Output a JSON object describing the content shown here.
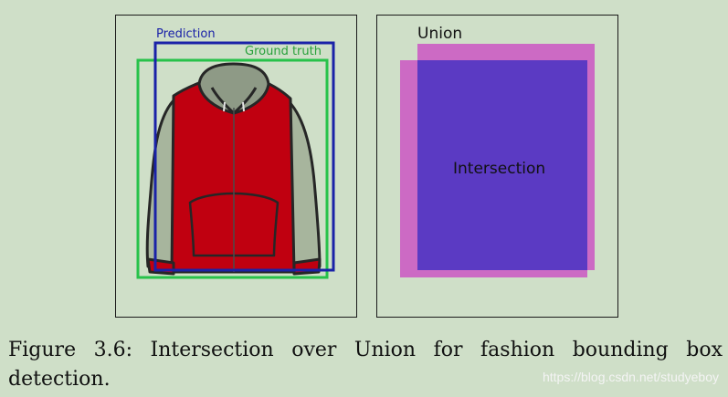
{
  "left_panel": {
    "prediction_label": "Prediction",
    "ground_truth_label": "Ground truth",
    "prediction_color": "#1a22a8",
    "ground_truth_color": "#27c24a"
  },
  "right_panel": {
    "union_label": "Union",
    "intersection_label": "Intersection",
    "union_color": "#cc6ac4",
    "intersection_color": "#5b3ac3"
  },
  "caption": "Figure 3.6: Intersection over Union for fashion bounding box detection.",
  "watermark": "https://blog.csdn.net/studyeboy"
}
